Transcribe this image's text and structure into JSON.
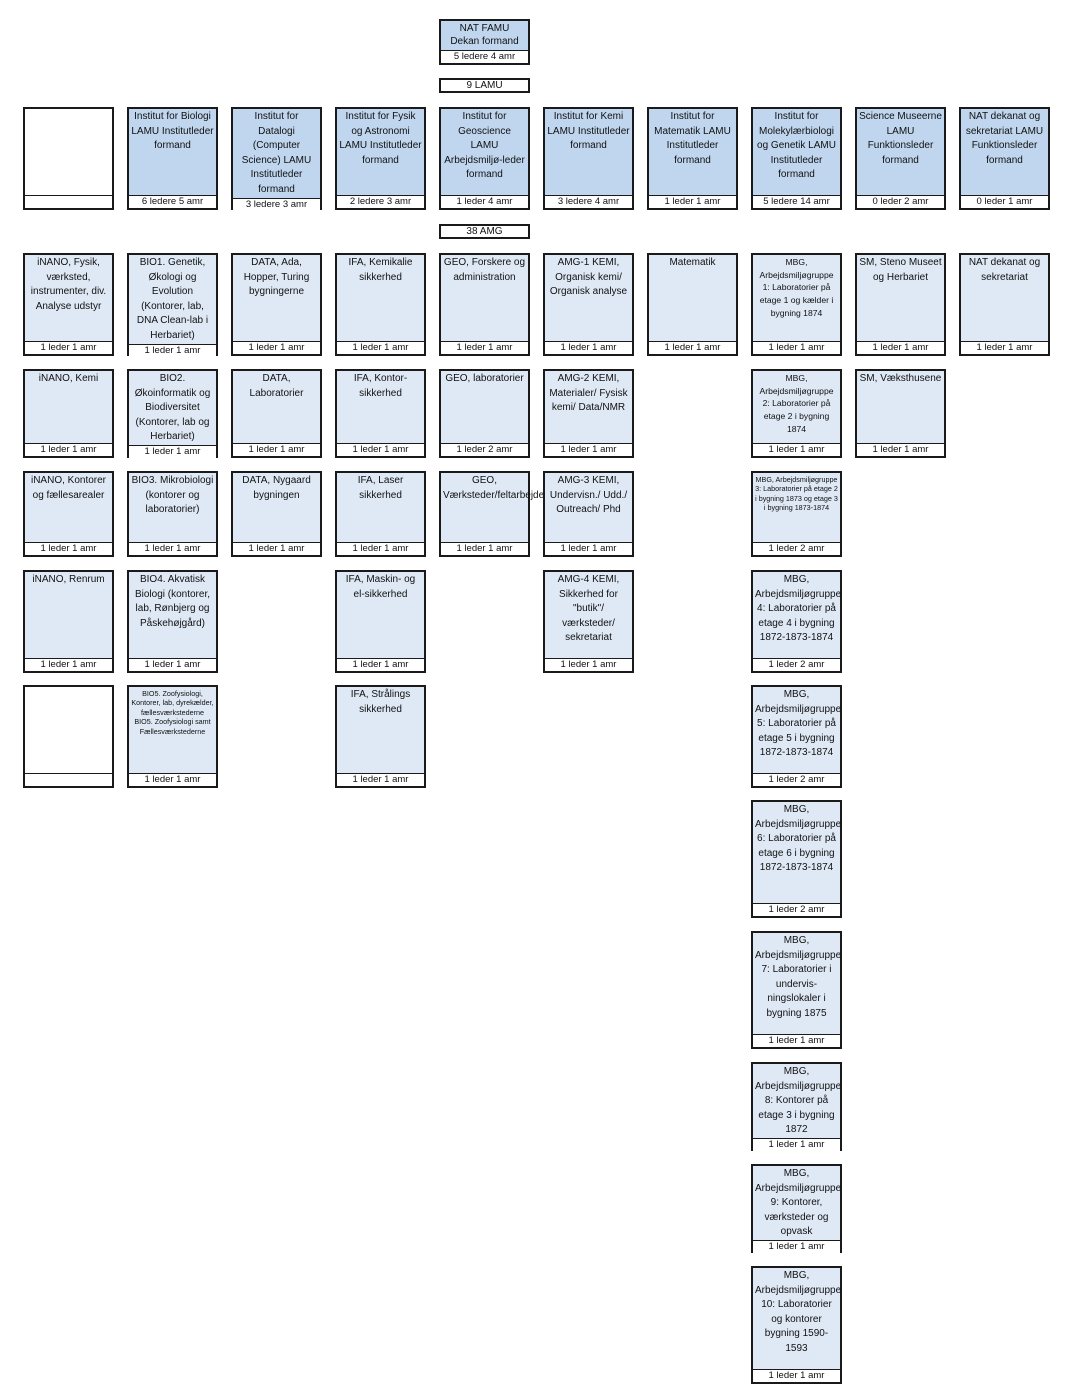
{
  "top": {
    "title": "NAT FAMU\nDekan formand",
    "footer": "5 ledere 4 amr"
  },
  "labels": {
    "lamu": "9 LAMU",
    "amg": "38 AMG"
  },
  "lamu_row": [
    {
      "text": "",
      "footer": ""
    },
    {
      "text": "Institut for Biologi LAMU Institutleder formand",
      "footer": "6 ledere 5 amr"
    },
    {
      "text": "Institut for Datalogi (Computer Science) LAMU Institutleder formand",
      "footer": "3 ledere 3 amr"
    },
    {
      "text": "Institut for Fysik og Astronomi LAMU Institutleder formand",
      "footer": "2 ledere 3 amr"
    },
    {
      "text": "Institut for Geoscience LAMU Arbejdsmiljø-leder formand",
      "footer": "1 leder 4 amr"
    },
    {
      "text": "Institut for Kemi LAMU Institutleder formand",
      "footer": "3 ledere 4 amr"
    },
    {
      "text": "Institut for Matematik LAMU Institutleder formand",
      "footer": "1 leder 1 amr"
    },
    {
      "text": "Institut for Molekylærbiologi og Genetik LAMU Institutleder formand",
      "footer": "5 ledere 14 amr"
    },
    {
      "text": "Science Museerne LAMU Funktionsleder formand",
      "footer": "0 leder 2 amr"
    },
    {
      "text": "NAT dekanat og sekretariat LAMU Funktionsleder formand",
      "footer": "0 leder 1 amr"
    }
  ],
  "amg": {
    "inano": [
      {
        "text": "iNANO, Fysik, værksted, instrumenter, div. Analyse udstyr",
        "footer": "1 leder 1 amr"
      },
      {
        "text": "iNANO, Kemi",
        "footer": "1 leder 1 amr"
      },
      {
        "text": "iNANO, Kontorer og fællesarealer",
        "footer": "1 leder 1 amr"
      },
      {
        "text": "iNANO, Renrum",
        "footer": "1 leder 1 amr"
      },
      {
        "text": "",
        "footer": ""
      }
    ],
    "bio": [
      {
        "text": "BIO1. Genetik, Økologi og Evolution (Kontorer, lab, DNA Clean-lab i Herbariet)",
        "footer": "1 leder 1 amr"
      },
      {
        "text": "BIO2. Økoinformatik og Biodiversitet (Kontorer, lab og Herbariet)",
        "footer": "1 leder 1 amr"
      },
      {
        "text": "BIO3. Mikrobiologi (kontorer og laboratorier)",
        "footer": "1 leder 1 amr"
      },
      {
        "text": "BIO4. Akvatisk Biologi (kontorer, lab, Rønbjerg og Påskehøjgård)",
        "footer": "1 leder 1 amr"
      },
      {
        "text": "BIO5. Zoofysiologi, Kontorer, lab, dyrekælder, fællesværkstederne BIO5. Zoofysiologi samt Fællesværkstederne",
        "footer": "1 leder 1 amr"
      }
    ],
    "data": [
      {
        "text": "DATA, Ada, Hopper, Turing bygningerne",
        "footer": "1 leder 1 amr"
      },
      {
        "text": "DATA, Laboratorier",
        "footer": "1 leder 1 amr"
      },
      {
        "text": "DATA, Nygaard bygningen",
        "footer": "1 leder 1 amr"
      }
    ],
    "ifa": [
      {
        "text": "IFA, Kemikalie sikkerhed",
        "footer": "1 leder 1 amr"
      },
      {
        "text": "IFA, Kontor-sikkerhed",
        "footer": "1 leder 1 amr"
      },
      {
        "text": "IFA, Laser sikkerhed",
        "footer": "1 leder 1 amr"
      },
      {
        "text": "IFA, Maskin- og el-sikkerhed",
        "footer": "1 leder 1 amr"
      },
      {
        "text": "IFA, Strålings sikkerhed",
        "footer": "1 leder 1 amr"
      }
    ],
    "geo": [
      {
        "text": "GEO, Forskere og administration",
        "footer": "1 leder 1 amr"
      },
      {
        "text": "GEO, laboratorier",
        "footer": "1 leder 2 amr"
      },
      {
        "text": "GEO, Værksteder/feltarbejde",
        "footer": "1 leder 1 amr"
      }
    ],
    "kemi": [
      {
        "text": "AMG-1 KEMI, Organisk kemi/ Organisk analyse",
        "footer": "1 leder 1 amr"
      },
      {
        "text": "AMG-2 KEMI, Materialer/ Fysisk kemi/ Data/NMR",
        "footer": "1 leder 1 amr"
      },
      {
        "text": "AMG-3 KEMI, Undervisn./ Udd./ Outreach/ Phd",
        "footer": "1 leder 1 amr"
      },
      {
        "text": "AMG-4 KEMI, Sikkerhed for \"butik\"/ værksteder/ sekretariat",
        "footer": "1 leder 1 amr"
      }
    ],
    "mat": [
      {
        "text": "Matematik",
        "footer": "1 leder 1 amr"
      }
    ],
    "mbg": [
      {
        "text": "MBG, Arbejdsmiljøgruppe 1: Laboratorier på etage 1 og kælder i bygning 1874",
        "footer": "1 leder 1 amr"
      },
      {
        "text": "MBG, Arbejdsmiljøgruppe 2: Laboratorier på etage 2 i bygning 1874",
        "footer": "1 leder 1 amr"
      },
      {
        "text": "MBG, Arbejdsmiljøgruppe 3: Laboratorier på etage 2 i bygning 1873 og etage 3 i bygning 1873-1874",
        "footer": "1 leder 2 amr"
      },
      {
        "text": "MBG, Arbejdsmiljøgruppe 4: Laboratorier på etage 4 i bygning 1872-1873-1874",
        "footer": "1 leder 2 amr"
      },
      {
        "text": "MBG, Arbejdsmiljøgruppe 5: Laboratorier på etage 5 i bygning 1872-1873-1874",
        "footer": "1 leder 2 amr"
      },
      {
        "text": "MBG, Arbejdsmiljøgruppe 6: Laboratorier på etage 6 i bygning 1872-1873-1874",
        "footer": "1 leder 2 amr"
      },
      {
        "text": "MBG, Arbejdsmiljøgruppe 7: Laboratorier i undervis-ningslokaler i bygning 1875",
        "footer": "1 leder 1 amr"
      },
      {
        "text": "MBG, Arbejdsmiljøgruppe 8: Kontorer på etage 3 i bygning 1872",
        "footer": "1 leder 1 amr"
      },
      {
        "text": "MBG, Arbejdsmiljøgruppe 9: Kontorer, værksteder og opvask",
        "footer": "1 leder 1 amr"
      },
      {
        "text": "MBG, Arbejdsmiljøgruppe 10: Laboratorier og kontorer bygning 1590-1593",
        "footer": "1 leder 1 amr"
      }
    ],
    "sm": [
      {
        "text": "SM, Steno Museet og Herbariet",
        "footer": "1 leder 1 amr"
      },
      {
        "text": "SM, Væksthusene",
        "footer": "1 leder 1 amr"
      }
    ],
    "nat": [
      {
        "text": "NAT dekanat og sekretariat",
        "footer": "1 leder 1 amr"
      }
    ]
  }
}
